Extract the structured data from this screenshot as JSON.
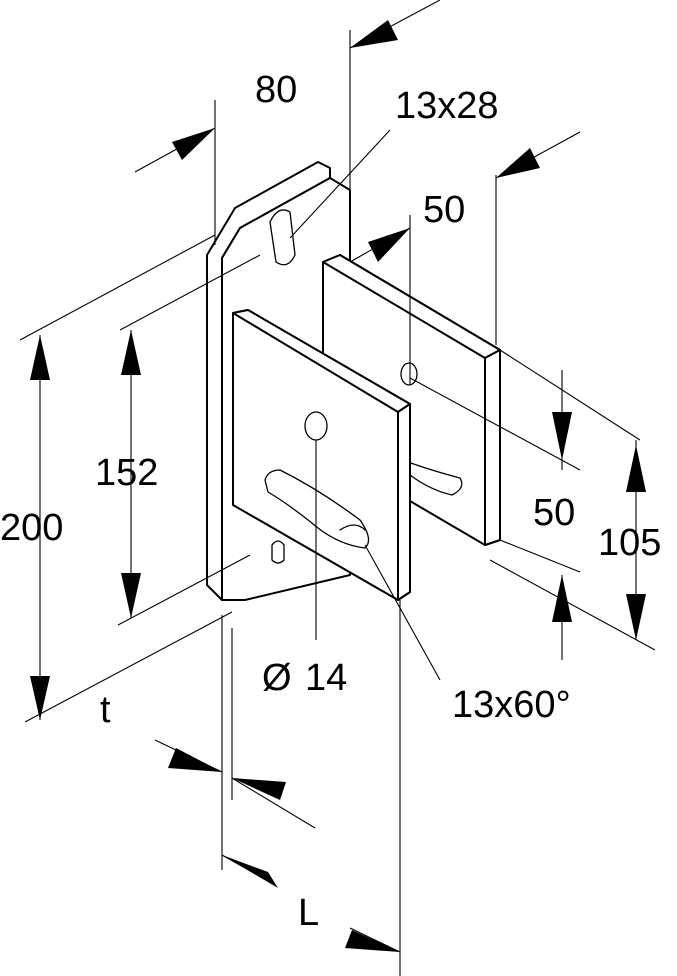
{
  "labels": {
    "width_top": "80",
    "slot_top": "13x28",
    "plate_width": "50",
    "plate_inner_height": "152",
    "total_height": "200",
    "plate_offset": "50",
    "plate_height": "105",
    "hole_diameter": "14",
    "diameter_symbol": "Ø",
    "slot_curved": "13x60°",
    "thickness": "t",
    "length": "L"
  }
}
